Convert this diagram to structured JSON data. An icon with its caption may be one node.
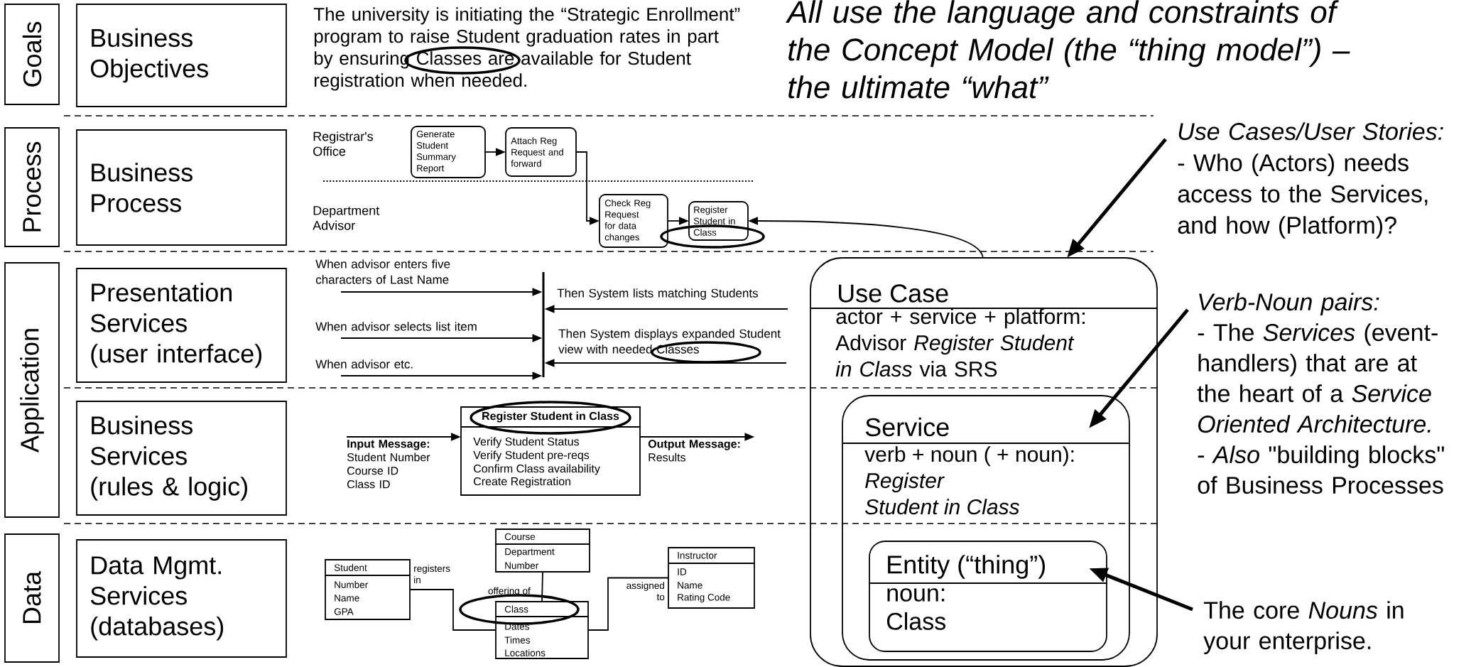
{
  "diagram": {
    "nodes": [
      {
        "text": [
          "Goals"
        ]
      },
      {
        "text": [
          "Business Objectives"
        ]
      },
      {
        "text": [
          "Process"
        ]
      },
      {
        "text": [
          "Business Process"
        ]
      },
      {
        "text": [
          "Generate Student Summary Report"
        ]
      },
      {
        "text": [
          "Attach Reg Request and forward"
        ]
      },
      {
        "text": [
          "Check Reg Request for data changes"
        ]
      },
      {
        "text": [
          "Register Student in Class"
        ]
      },
      {
        "text": [
          "Application"
        ]
      },
      {
        "text": [
          "Presentation Services",
          "(user interface)"
        ]
      },
      {
        "text": [],
        "shape": "bar"
      },
      {
        "text": [
          "Business Services",
          "(rules & logic)"
        ]
      },
      {
        "text": [
          "Register Student in Class",
          "Verify Student Status",
          "Verify Student pre-reqs",
          "Confirm Class availability",
          "Create Registration"
        ]
      },
      {
        "text": [
          "Data"
        ]
      },
      {
        "text": [
          "Data Mgmt. Services",
          "(databases)"
        ]
      },
      {
        "text": [
          "Student",
          "Number",
          "Name",
          "GPA"
        ]
      },
      {
        "text": [
          "Course",
          "Department",
          "Number"
        ]
      },
      {
        "text": [
          "Class",
          "Dates",
          "Times",
          "Locations"
        ]
      },
      {
        "text": [
          "Instructor",
          "ID",
          "Name",
          "Rating Code"
        ]
      },
      {
        "text": [
          "Use Case",
          "actor + service + platform: Advisor *Register Student in Class* via SRS"
        ]
      },
      {
        "text": [
          "Service",
          "verb + noun ( + noun):",
          "Register",
          "Student in Class"
        ],
        "in": 19
      },
      {
        "text": [
          "Entity (“thing”)",
          "noun: Class"
        ],
        "in": 20
      },
      {
        "text": [
          "Use Cases/User Stories:",
          "- Who (Actors) needs access to the Services, and how (Platform)?"
        ]
      },
      {
        "text": [
          "Verb-Noun pairs:",
          "- The *Services* (event-handlers) that are at the heart of a *Service Oriented Architecture.*",
          "- *Also* \"building blocks\" of Business Processes"
        ]
      },
      {
        "text": [
          "The core *Nouns* in your enterprise."
        ]
      },
      {
        "text": [
          "Input Message:",
          "Student Number",
          "Course ID",
          "Class ID"
        ]
      },
      {
        "text": [
          "Output Message:",
          "Results"
        ]
      }
    ],
    "edges": [
      {
        "from": 4,
        "to": 5,
        "arrow": "to"
      },
      {
        "from": 5,
        "to": 6,
        "arrow": "to"
      },
      {
        "from": 6,
        "to": 7,
        "arrow": "to"
      },
      {
        "from": null,
        "to": 10,
        "arrow": "to",
        "label": "When advisor enters five characters of Last Name"
      },
      {
        "from": null,
        "to": 10,
        "arrow": "to",
        "label": "Then System lists matching Students"
      },
      {
        "from": null,
        "to": 10,
        "arrow": "to",
        "label": "When advisor selects list item"
      },
      {
        "from": null,
        "to": 10,
        "arrow": "to",
        "label": "Then System displays expanded Student view with needed Classes"
      },
      {
        "from": null,
        "to": 10,
        "arrow": "to",
        "label": "When advisor etc."
      },
      {
        "from": 25,
        "to": 12,
        "arrow": "to"
      },
      {
        "from": 12,
        "to": 26,
        "arrow": "to"
      },
      {
        "from": 15,
        "to": 17,
        "arrow": "none",
        "label": "registers in"
      },
      {
        "from": 16,
        "to": 17,
        "arrow": "none",
        "label": "offering of"
      },
      {
        "from": 17,
        "to": 18,
        "arrow": "none",
        "label": "assigned to"
      },
      {
        "from": 19,
        "to": 7,
        "arrow": "to"
      },
      {
        "from": 22,
        "to": 19,
        "arrow": "to",
        "style": "thick"
      },
      {
        "from": 23,
        "to": 20,
        "arrow": "to",
        "style": "thick"
      },
      {
        "from": 24,
        "to": 21,
        "arrow": "to",
        "style": "thick"
      }
    ],
    "labels": [
      "The university is initiating the “Strategic Enrollment” program to raise Student graduation rates in part by ensuring Classes are available for Student registration when needed.",
      "All use the language and constraints of the Concept Model (the “thing model”) – the ultimate “what”",
      "Registrar's Office",
      "Department Advisor"
    ]
  }
}
